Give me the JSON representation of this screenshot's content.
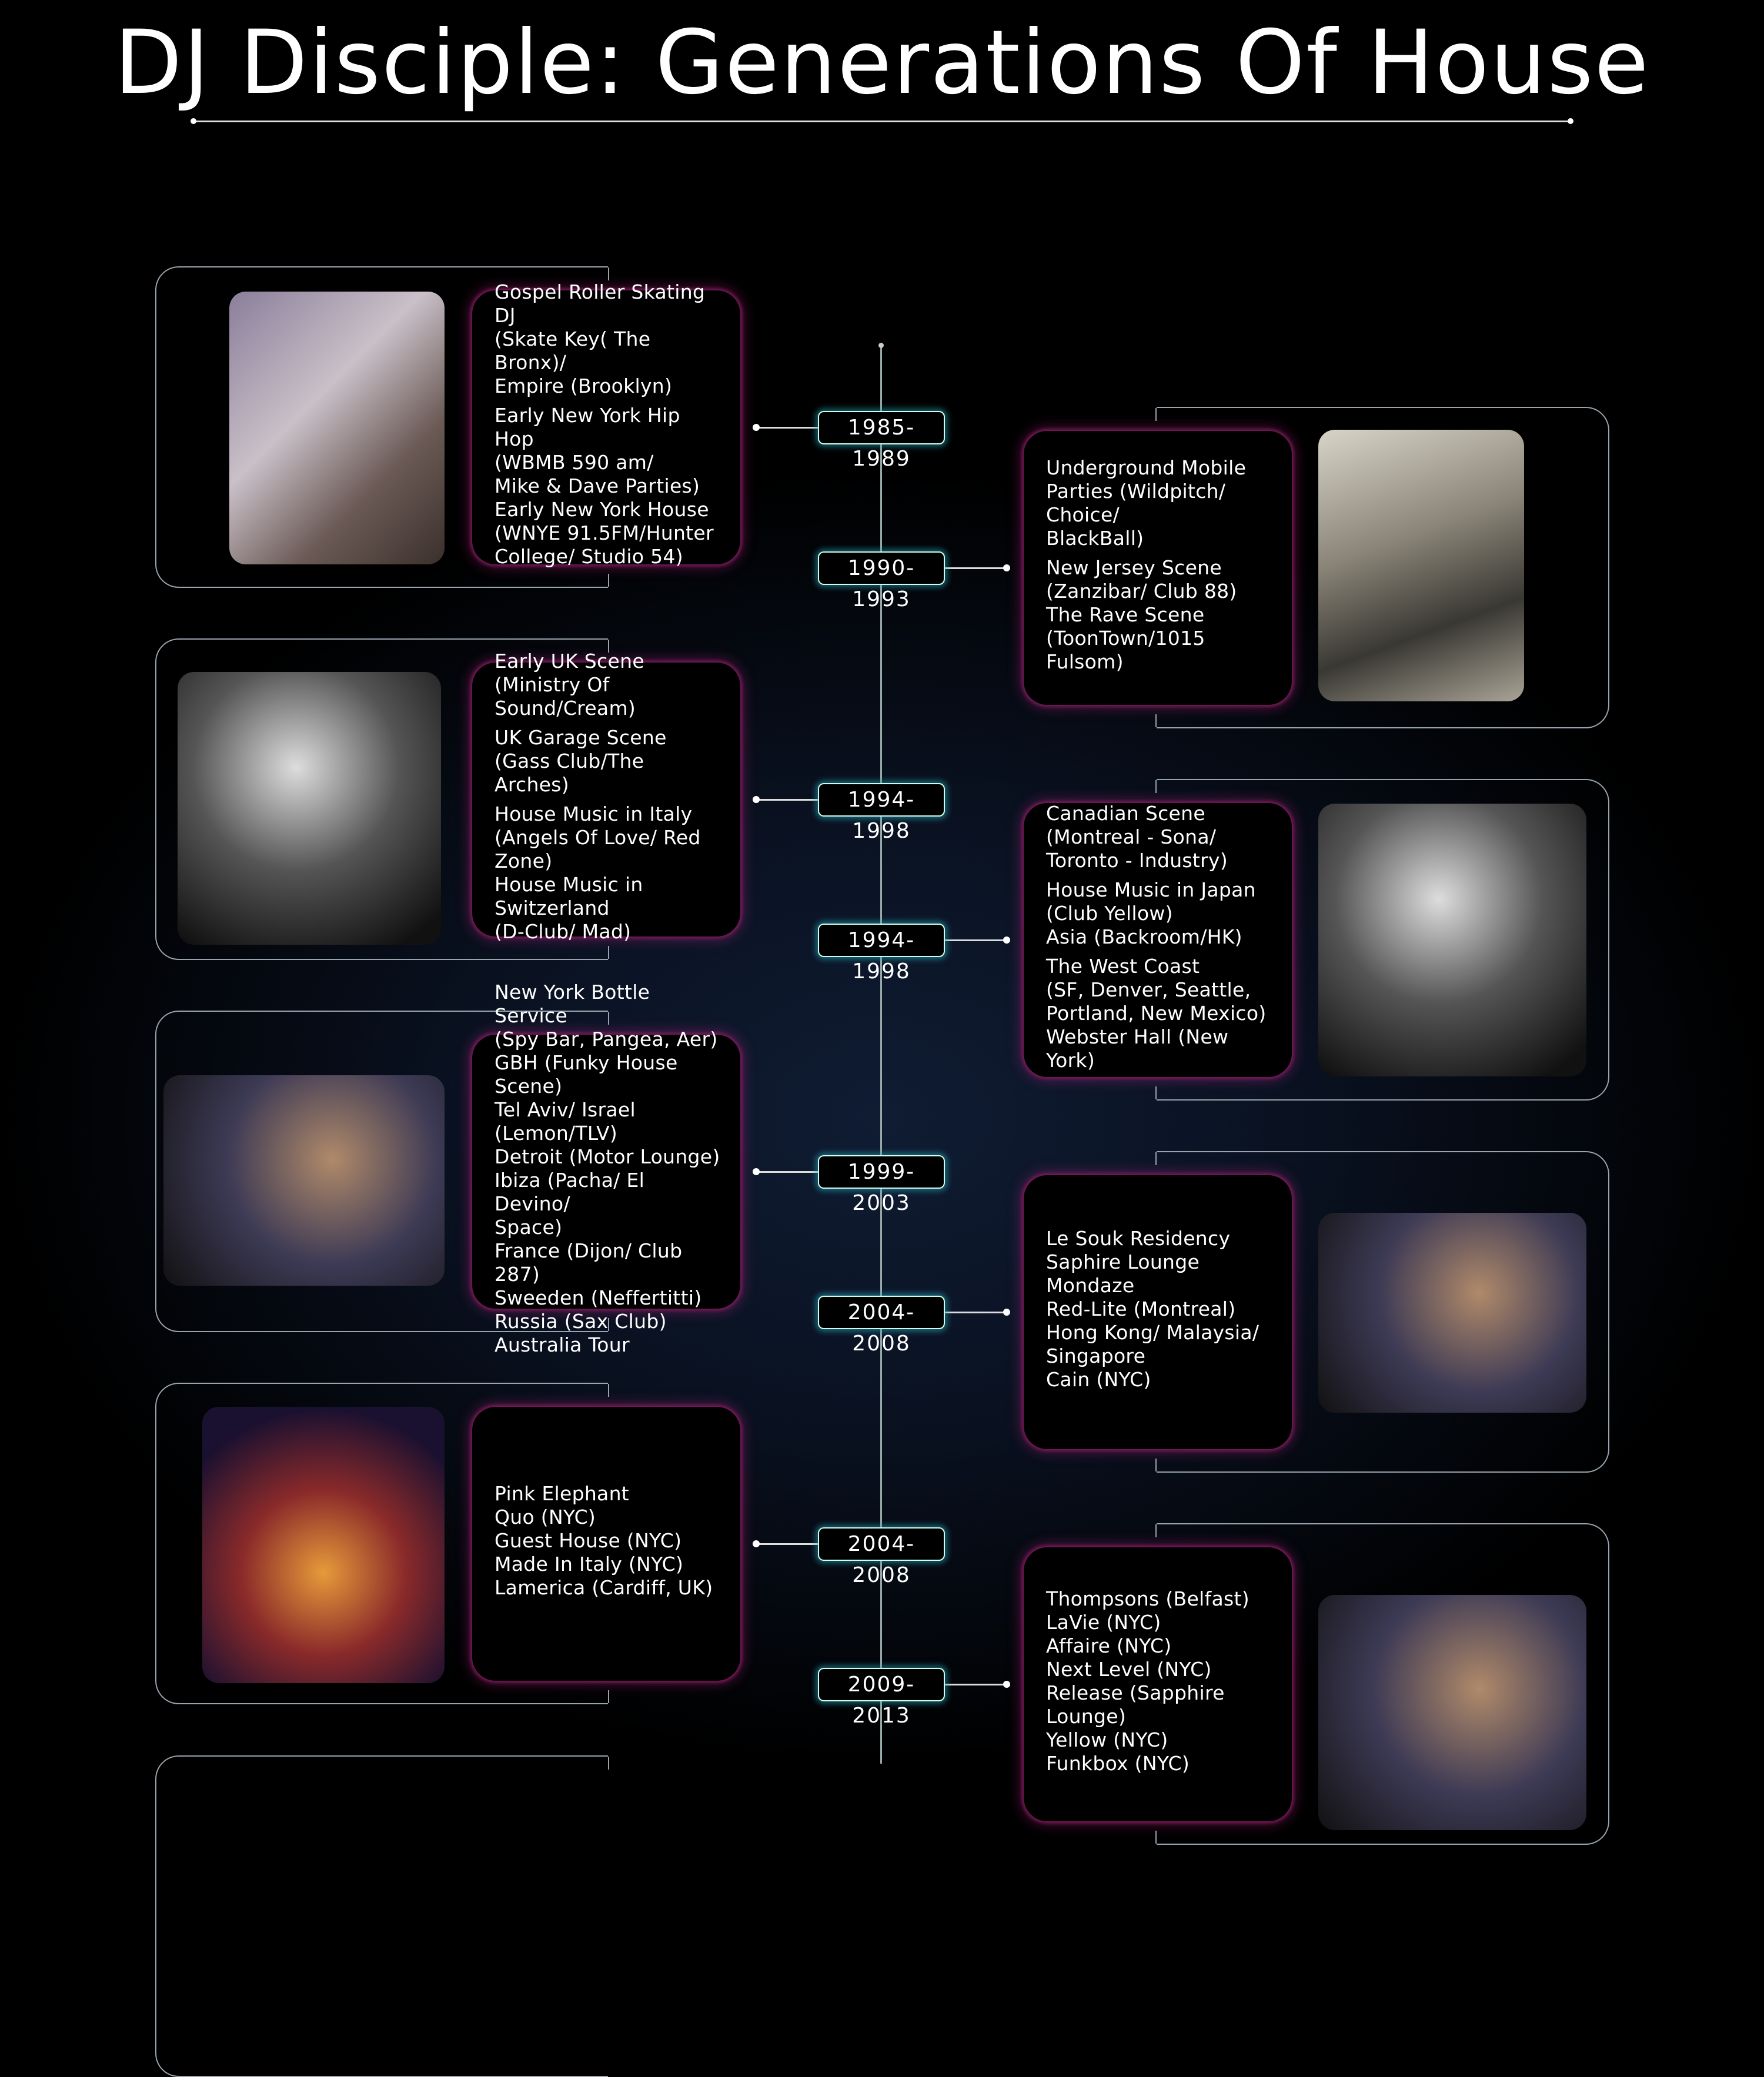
{
  "title": "DJ Disciple: Generations Of House",
  "entries": [
    {
      "period": "1985-1989",
      "side": "left",
      "photo": "sepia",
      "paragraphs": [
        "Gospel Roller Skating DJ\n(Skate Key( The Bronx)/\nEmpire (Brooklyn)",
        "Early New York Hip Hop\n(WBMB 590 am/\nMike & Dave Parties)\nEarly New York House\n(WNYE 91.5FM/Hunter\nCollege/ Studio 54)"
      ]
    },
    {
      "period": "1990-1993",
      "side": "right",
      "photo": "sepia-bw",
      "paragraphs": [
        "Underground Mobile\nParties (Wildpitch/ Choice/\nBlackBall)",
        "New Jersey Scene\n(Zanzibar/ Club 88)\nThe Rave Scene\n(ToonTown/1015 Fulsom)"
      ]
    },
    {
      "period": "1994-1998",
      "side": "left",
      "photo": "bw",
      "paragraphs": [
        "Early UK Scene\n(Ministry Of Sound/Cream)",
        "UK Garage Scene\n(Gass Club/The Arches)",
        "House Music in Italy\n(Angels Of Love/ Red Zone)\nHouse Music in Switzerland\n(D-Club/ Mad)"
      ]
    },
    {
      "period": "1994-1998",
      "side": "right",
      "photo": "bw",
      "paragraphs": [
        "Canadian Scene\n(Montreal - Sona/\nToronto - Industry)",
        "House Music in Japan\n(Club Yellow)\nAsia (Backroom/HK)",
        "The West Coast\n(SF, Denver, Seattle,\nPortland, New Mexico)\nWebster Hall (New York)"
      ]
    },
    {
      "period": "1999-2003",
      "side": "left",
      "photo": "color",
      "paragraphs": [
        "New York Bottle Service\n(Spy Bar, Pangea, Aer)\nGBH (Funky House Scene)\nTel Aviv/ Israel (Lemon/TLV)\nDetroit (Motor Lounge)\nIbiza (Pacha/ El Devino/\nSpace)\nFrance (Dijon/ Club 287)\nSweeden (Neffertitti)\nRussia (Sax Club)\nAustralia Tour"
      ]
    },
    {
      "period": "2004-2008",
      "side": "right",
      "photo": "color",
      "paragraphs": [
        "Le Souk Residency\nSaphire Lounge Mondaze\nRed-Lite (Montreal)\nHong Kong/ Malaysia/\nSingapore\nCain (NYC)"
      ]
    },
    {
      "period": "2004-2008",
      "side": "left",
      "photo": "club",
      "paragraphs": [
        "Pink Elephant\nQuo (NYC)\nGuest House (NYC)\nMade In Italy (NYC)\nLamerica (Cardiff, UK)"
      ]
    },
    {
      "period": "2009-2013",
      "side": "right",
      "photo": "color",
      "paragraphs": [
        "Thompsons (Belfast)\nLaVie (NYC)\nAffaire (NYC)\nNext Level (NYC)\nRelease (Sapphire Lounge)\nYellow (NYC)\nFunkbox (NYC)"
      ]
    }
  ]
}
